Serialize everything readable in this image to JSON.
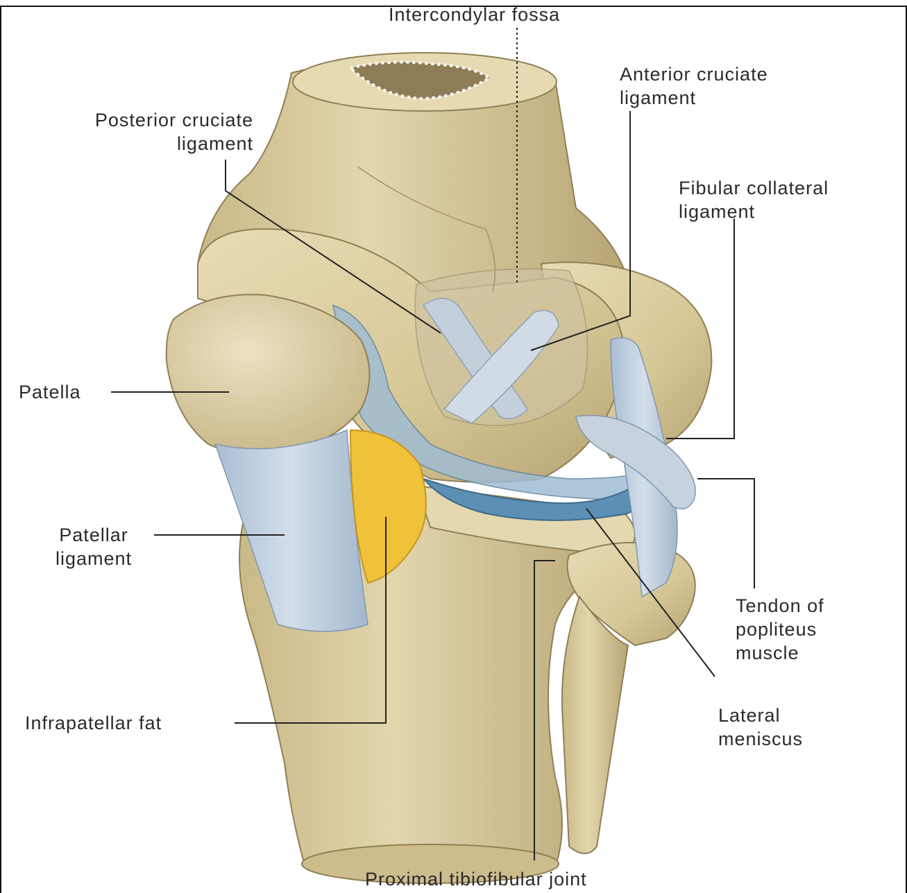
{
  "labels": {
    "intercondylar_fossa": "Intercondylar fossa",
    "anterior_cruciate": "Anterior cruciate\nligament",
    "posterior_cruciate": "Posterior cruciate\nligament",
    "fibular_collateral": "Fibular collateral\nligament",
    "patella": "Patella",
    "patellar_ligament": "Patellar\nligament",
    "tendon_popliteus": "Tendon of\npopliteus\nmuscle",
    "infrapatellar_fat": "Infrapatellar fat",
    "lateral_meniscus": "Lateral\nmeniscus",
    "proximal_tibiofibular": "Proximal tibiofibular joint"
  },
  "colors": {
    "bone": "#ddd0a6",
    "bone_shadow": "#b9a877",
    "ligament": "#b8c8d8",
    "meniscus": "#5b8fb3",
    "fat": "#f0c23a",
    "leader": "#222222"
  }
}
